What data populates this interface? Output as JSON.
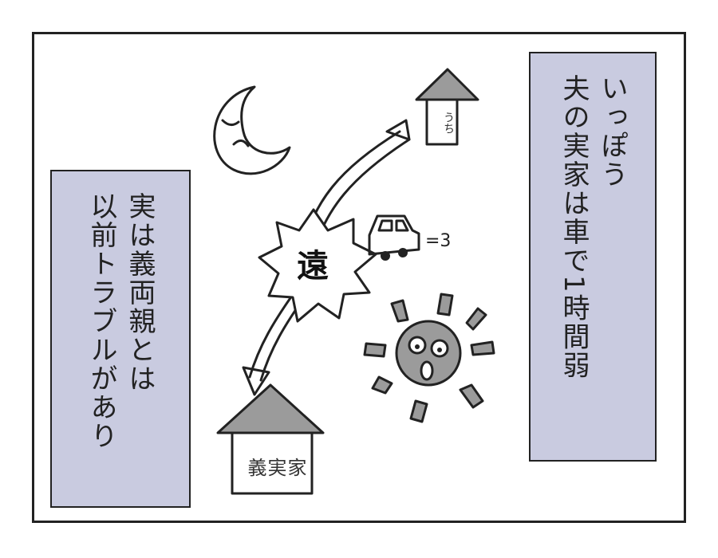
{
  "captions": {
    "right": [
      "いっぽう",
      "夫の実家は車で1時間弱"
    ],
    "left": [
      "実は義両親とは",
      "以前トラブルがあり"
    ]
  },
  "illustration": {
    "burst_text": "遠",
    "home_label": "うち",
    "inlaw_home_label": "義実家",
    "car_exhaust": "=3",
    "icons": [
      "moon-icon",
      "sun-icon",
      "car-icon",
      "home-icon",
      "inlaw-house-icon",
      "double-arrow-icon"
    ]
  },
  "colors": {
    "caption_bg": "#c9cbe0",
    "ink": "#222222",
    "fill_gray": "#9b9b9b"
  }
}
